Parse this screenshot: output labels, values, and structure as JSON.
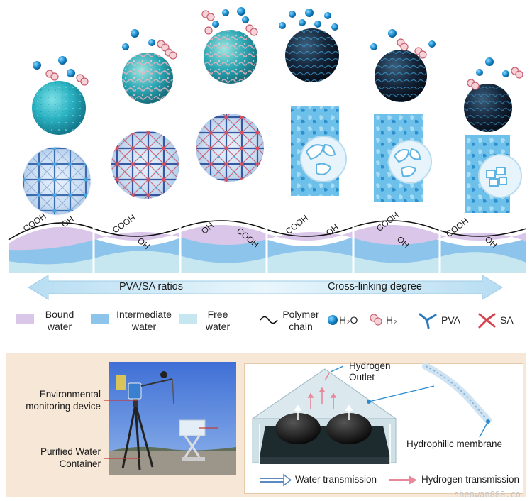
{
  "wave_labels": {
    "s1_cooh": "COOH",
    "s1_oh": "OH",
    "s2_cooh": "COOH",
    "s2_oh": "OH",
    "s3_oh": "OH",
    "s3_cooh": "COOH",
    "s4_cooh": "COOH",
    "s4_oh": "OH",
    "s5_cooh": "COOH",
    "s5_oh": "OH",
    "s6_cooh": "COOH",
    "s6_oh": "OH"
  },
  "arrows": {
    "left_label": "PVA/SA ratios",
    "right_label": "Cross-linking degree"
  },
  "legend": {
    "bound_water_1": "Bound",
    "bound_water_2": "water",
    "intermediate_water_1": "Intermediate",
    "intermediate_water_2": "water",
    "free_water_1": "Free",
    "free_water_2": "water",
    "polymer_chain_1": "Polymer",
    "polymer_chain_2": "chain",
    "h2o": "H₂O",
    "h2": "H₂",
    "pva": "PVA",
    "sa": "SA"
  },
  "bottom": {
    "env_device_1": "Environmental",
    "env_device_2": "monitoring device",
    "purified_1": "Purified Water",
    "purified_2": "Container",
    "hydrogen_outlet_1": "Hydrogen",
    "hydrogen_outlet_2": "Outlet",
    "hydrophilic_membrane": "Hydrophilic membrane",
    "water_transmission": "Water transmission",
    "hydrogen_transmission": "Hydrogen transmission"
  },
  "watermark": "shenwan888.co",
  "colors": {
    "bound_water": "#d9c6e8",
    "intermediate_water": "#8cc4ec",
    "free_water": "#c6e7ef",
    "h2o_blue": "#1a8fd0",
    "h2_pink": "#e39aa8",
    "pva_blue": "#2a7ac0",
    "sa_red": "#d2454f",
    "panel_bg": "#f6e7d7"
  }
}
